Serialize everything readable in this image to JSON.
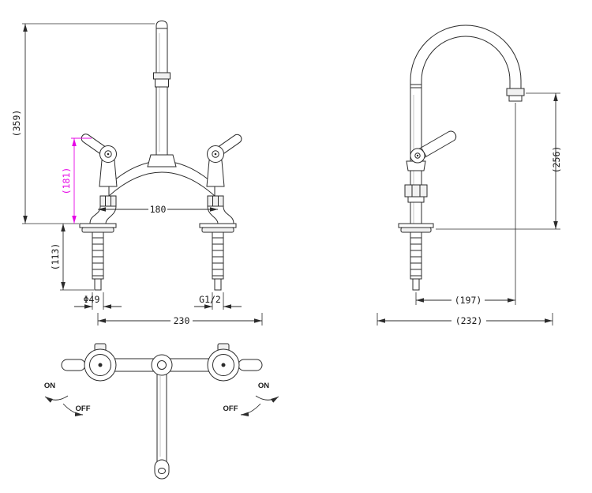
{
  "colors": {
    "line": "#2b2b2b",
    "highlight_dimension": "#E606E6",
    "background": "#FFFFFF"
  },
  "front_view": {
    "overall_height": "(359)",
    "handle_height": "(181)",
    "hole_centers": "180",
    "below_deck": "(113)",
    "shank_diameter": "Φ49",
    "thread_size": "G1/2",
    "overall_width": "230"
  },
  "side_view": {
    "outlet_height": "(256)",
    "spout_reach": "(197)",
    "overall_depth": "(232)"
  },
  "top_view": {
    "left_handle_on": "ON",
    "left_handle_off": "OFF",
    "right_handle_on": "ON",
    "right_handle_off": "OFF"
  }
}
